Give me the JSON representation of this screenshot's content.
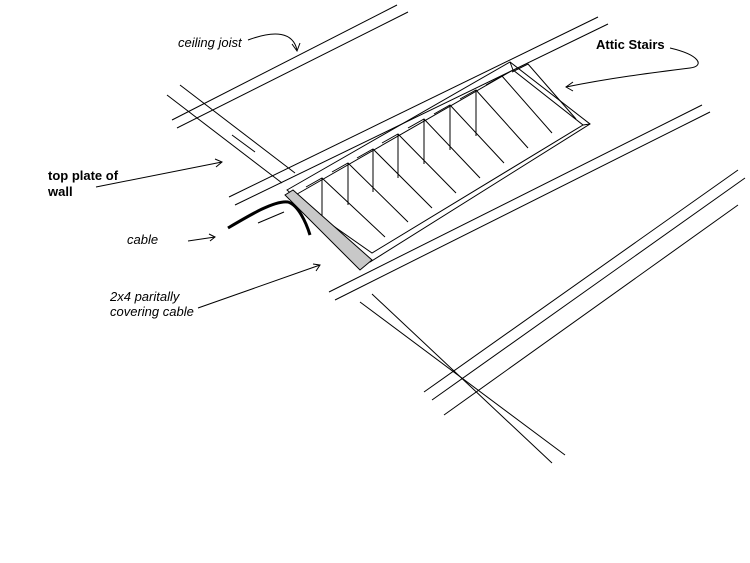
{
  "labels": {
    "ceiling_joist": "ceiling joist",
    "attic_stairs": "Attic Stairs",
    "top_plate_line1": "top plate of",
    "top_plate_line2": "wall",
    "cable": "cable",
    "two_by_four_line1": "2x4 paritally",
    "two_by_four_line2": "covering cable"
  },
  "colors": {
    "ink": "#000000",
    "board_fill": "#c8c8c8",
    "background": "#ffffff"
  }
}
